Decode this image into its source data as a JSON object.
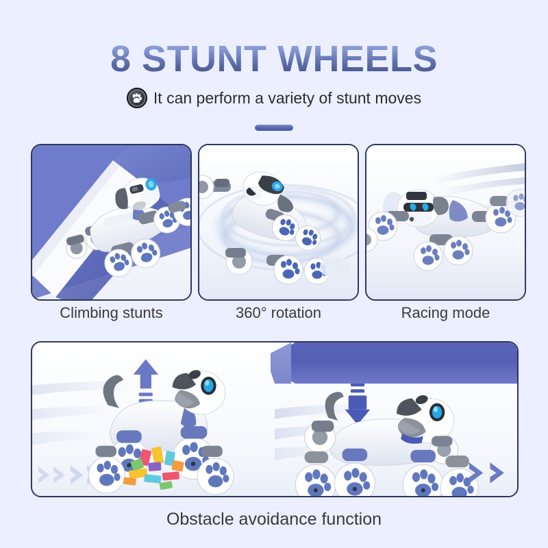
{
  "background_color": "#ecefff",
  "header": {
    "title": "8 STUNT WHEELS",
    "title_gradient_top": "#a8b7e2",
    "title_gradient_bottom": "#3e4a7c",
    "subtitle": "It can perform a variety of stunt moves",
    "badge_icon": "paw-icon",
    "divider_color": "#5565ae"
  },
  "cards": [
    {
      "caption": "Climbing stunts",
      "scene": "robot dog climbing a diagonal blue ramp",
      "accent_color": "#5560b4",
      "border_color": "#2d3663"
    },
    {
      "caption": "360° rotation",
      "scene": "robot dog spinning with circular motion blur rings",
      "accent_color": "#cfd8ef",
      "border_color": "#2d3663"
    },
    {
      "caption": "Racing mode",
      "scene": "robot dog racing forward with speed blur trails",
      "accent_color": "#b9c2de",
      "border_color": "#2d3663"
    }
  ],
  "bottom_panel": {
    "caption": "Obstacle avoidance function",
    "ribbon_color": "#5560b4",
    "border_color": "#2d3663",
    "left_scene": {
      "description": "robot dog sitting before colorful toy blocks",
      "arrow_icon": "arrow-up-icon",
      "arrow_color": "#6b78c6",
      "chevron_icon": "chevrons-right-icon",
      "chevron_color": "#ccd5ee"
    },
    "right_scene": {
      "description": "robot dog crouching low to avoid obstacle",
      "arrow_icon": "arrow-down-icon",
      "arrow_color": "#4a5ab5",
      "chevron_icon": "chevrons-right-icon",
      "chevron_color": "#6c7ac4"
    }
  },
  "robot": {
    "body_color": "#ffffff",
    "wheel_paw_color": "#5f77bc",
    "eye_color": "#2aa8e8",
    "joint_color": "#7c8394",
    "ear_color": "#555c66"
  }
}
